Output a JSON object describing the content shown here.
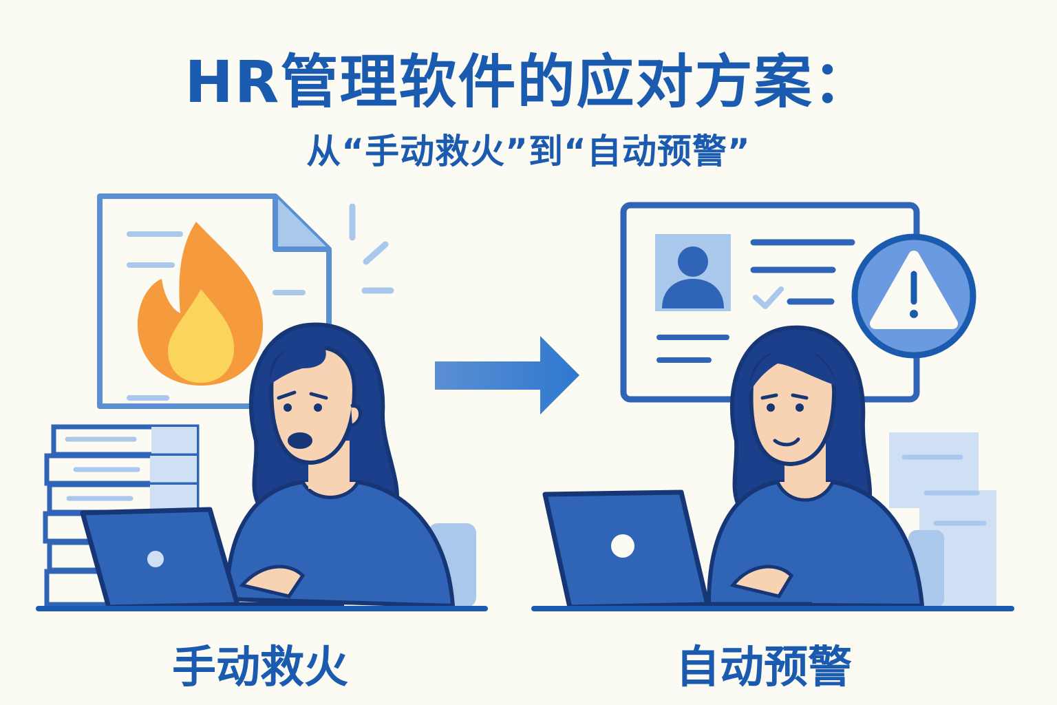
{
  "header": {
    "title": "HR管理软件的应对方案：",
    "subtitle": "从“手动救火”到“自动预警”"
  },
  "panels": {
    "left_label": "手动救火",
    "right_label": "自动预警"
  },
  "colors": {
    "primary": "#1a5bb0",
    "shirt": "#2f64b7",
    "light_blue": "#a9c8ec",
    "flame_outer": "#f59a3d",
    "flame_inner": "#fbd45b",
    "skin": "#f7d3b3",
    "background": "#fbfaf3"
  },
  "icons": {
    "left": [
      "document-icon",
      "fire-icon",
      "laptop-icon",
      "paper-stack-icon"
    ],
    "right": [
      "monitor-icon",
      "profile-icon",
      "warning-icon",
      "checkmark-icon",
      "laptop-icon"
    ],
    "center": "arrow-right-icon"
  }
}
